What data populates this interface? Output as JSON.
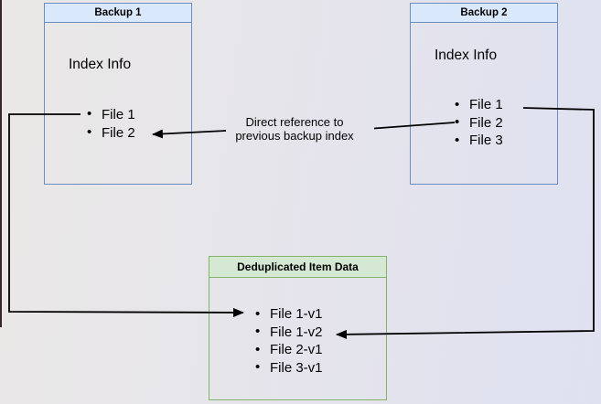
{
  "diagram": {
    "backup1": {
      "title": "Backup 1",
      "heading": "Index Info",
      "items": [
        "File 1",
        "File 2"
      ]
    },
    "backup2": {
      "title": "Backup 2",
      "heading": "Index Info",
      "items": [
        "File 1",
        "File 2",
        "File 3"
      ]
    },
    "dedup": {
      "title": "Deduplicated Item Data",
      "items": [
        "File 1-v1",
        "File 1-v2",
        "File 2-v1",
        "File 3-v1"
      ]
    },
    "edge_label": {
      "line1": "Direct reference to",
      "line2": "previous backup index"
    },
    "colors": {
      "blue_box_border": "#6c8ebf",
      "blue_box_header_fill": "#dae8fc",
      "green_box_border": "#82b366",
      "green_box_header_fill": "#d5e8d4",
      "connector": "#000000",
      "background_left": "#eae8e6",
      "background_right": "#dfe1f1",
      "left_edge_strip": "#3a2725"
    }
  }
}
